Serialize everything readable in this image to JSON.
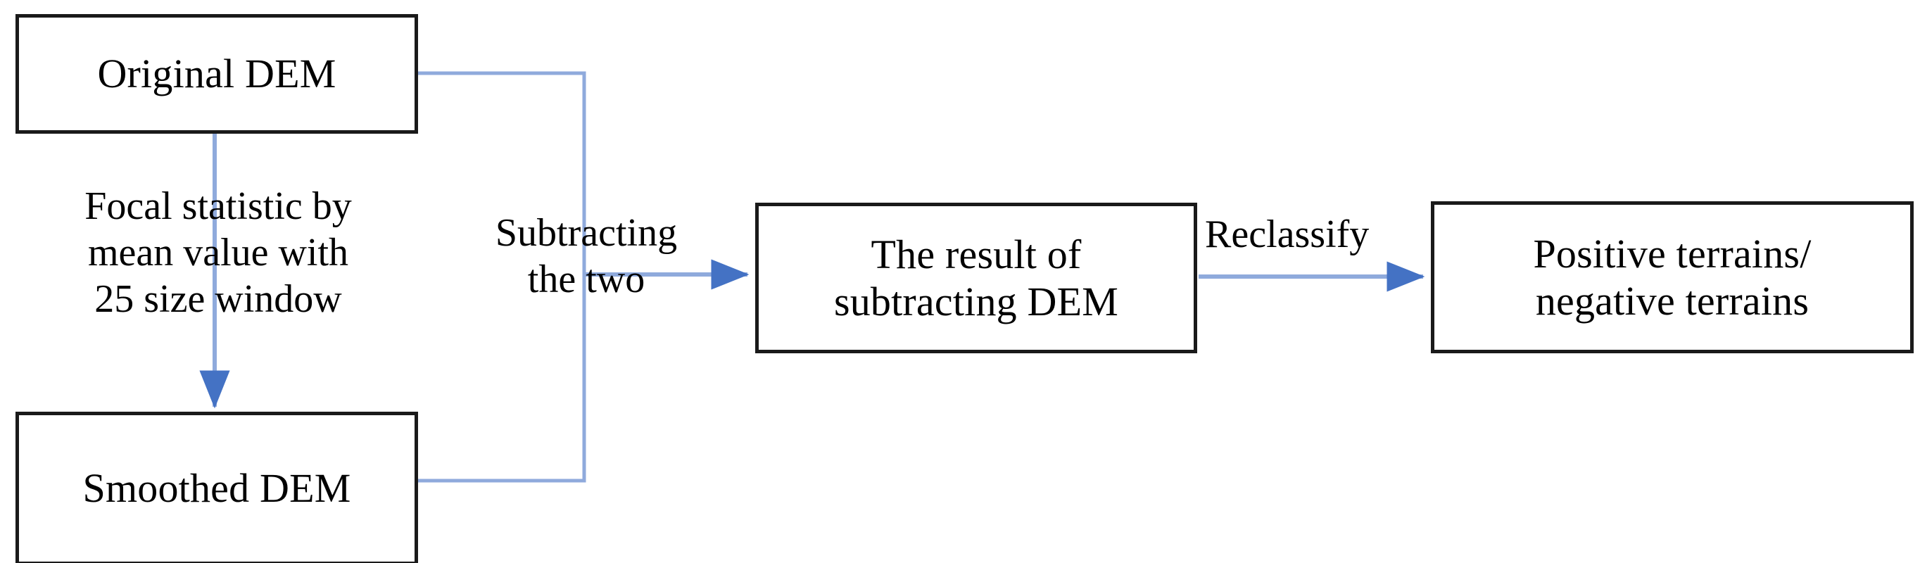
{
  "diagram": {
    "title": "DEM positive/negative terrain extraction workflow",
    "background_color": "#ffffff",
    "node_border_color": "#1a1a1a",
    "connector_color": "#8faadc",
    "arrowhead_color": "#4472c4",
    "text_color": "#000000",
    "nodes": [
      {
        "id": "original-dem",
        "label": "Original DEM"
      },
      {
        "id": "smoothed-dem",
        "label": "Smoothed DEM"
      },
      {
        "id": "subtracted-dem",
        "label": "The result of\nsubtracting DEM"
      },
      {
        "id": "terrains",
        "label": "Positive terrains/\nnegative terrains"
      }
    ],
    "edge_labels": [
      {
        "id": "focal-statistic",
        "label": "Focal statistic by\nmean value with\n25 size window"
      },
      {
        "id": "subtracting-the-two",
        "label": "Subtracting\nthe two"
      },
      {
        "id": "reclassify",
        "label": "Reclassify"
      }
    ],
    "edges": [
      {
        "id": "original-to-smoothed",
        "from": "original-dem",
        "to": "smoothed-dem",
        "label": "Focal statistic by mean value with 25 size window",
        "arrow": true
      },
      {
        "id": "original-to-junction",
        "from": "original-dem",
        "to": "subtracted-dem",
        "label": "Subtracting the two",
        "arrow": true
      },
      {
        "id": "smoothed-to-junction",
        "from": "smoothed-dem",
        "to": "subtracted-dem",
        "label": "Subtracting the two",
        "arrow": true
      },
      {
        "id": "subtracted-to-terrains",
        "from": "subtracted-dem",
        "to": "terrains",
        "label": "Reclassify",
        "arrow": true
      }
    ]
  }
}
